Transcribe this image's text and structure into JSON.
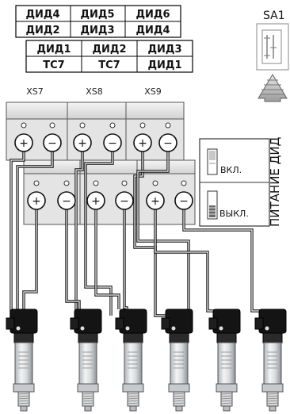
{
  "top_table": {
    "row1": [
      "ДИД4",
      "ДИД5",
      "ДИД6"
    ],
    "row2": [
      "ДИД2",
      "ДИД3",
      "ДИД4"
    ]
  },
  "bottom_table": {
    "row1": [
      "ДИД1",
      "ДИД2",
      "ДИД3"
    ],
    "row2": [
      "ТС7",
      "ТС7",
      "ДИД1"
    ]
  },
  "connectors": [
    "XS7",
    "XS8",
    "XS9"
  ],
  "switch": {
    "name": "SA1",
    "caption": "ПИТАНИЕ ДИД",
    "on_label": "ВКЛ.",
    "off_label": "ВЫКЛ."
  },
  "terminal_symbols": {
    "plus": "+",
    "minus": "−"
  },
  "sensor_count": 6
}
